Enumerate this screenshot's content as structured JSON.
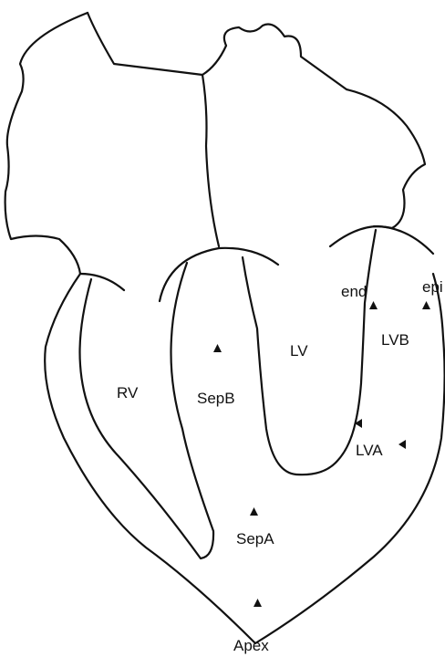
{
  "labels": {
    "rv": "RV",
    "lv": "LV",
    "sepb": "SepB",
    "sepa": "SepA",
    "lvb": "LVB",
    "lva": "LVA",
    "end": "end",
    "epi": "epi",
    "apex": "Apex"
  },
  "colors": {
    "line": "#111111",
    "background": "#ffffff"
  }
}
